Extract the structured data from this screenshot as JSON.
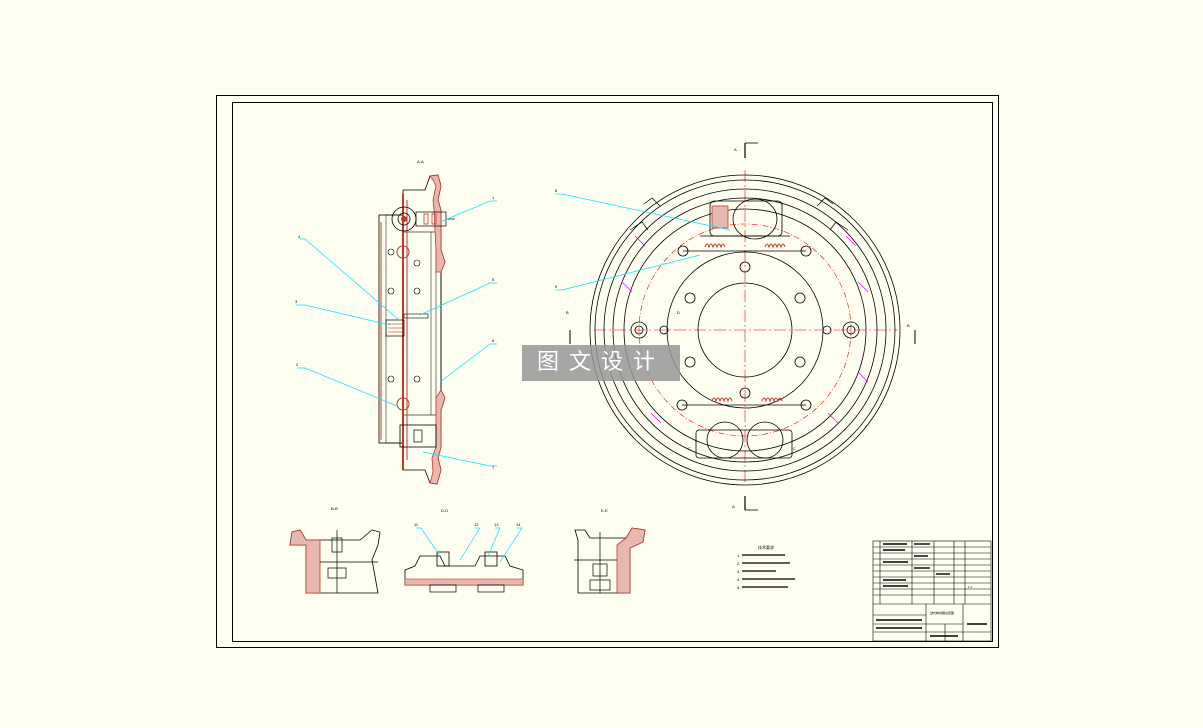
{
  "drawing": {
    "view_labels": {
      "front_section": "A-A",
      "section_b": "B-B",
      "section_d": "D-D",
      "section_e": "E-E"
    },
    "cut_marks": {
      "a_top": "A",
      "a_bottom": "A",
      "b_left": "B",
      "b_right": "B",
      "c_left": "C",
      "c_right": "C",
      "d_mid": "D"
    },
    "callouts_side": [
      "4",
      "3",
      "2",
      "1",
      "5",
      "6",
      "7"
    ],
    "callouts_front": [
      "8",
      "9"
    ],
    "callouts_section_d": [
      "11",
      "12",
      "13",
      "14"
    ],
    "notes_title": "技术要求",
    "notes": [
      "1.",
      "2.",
      "3.",
      "4.",
      "5."
    ],
    "title_block": {
      "name": "鼓式制动器总装图",
      "drawing_no": "",
      "scale": "1:1"
    }
  },
  "watermark": "图文设计",
  "colors": {
    "background": "#fefef1",
    "outline": "#000000",
    "dimension": "#00ffff",
    "section": "#ff0000",
    "hatch": "#b5342f",
    "center": "#ff0000",
    "spring": "#ff00ff"
  }
}
